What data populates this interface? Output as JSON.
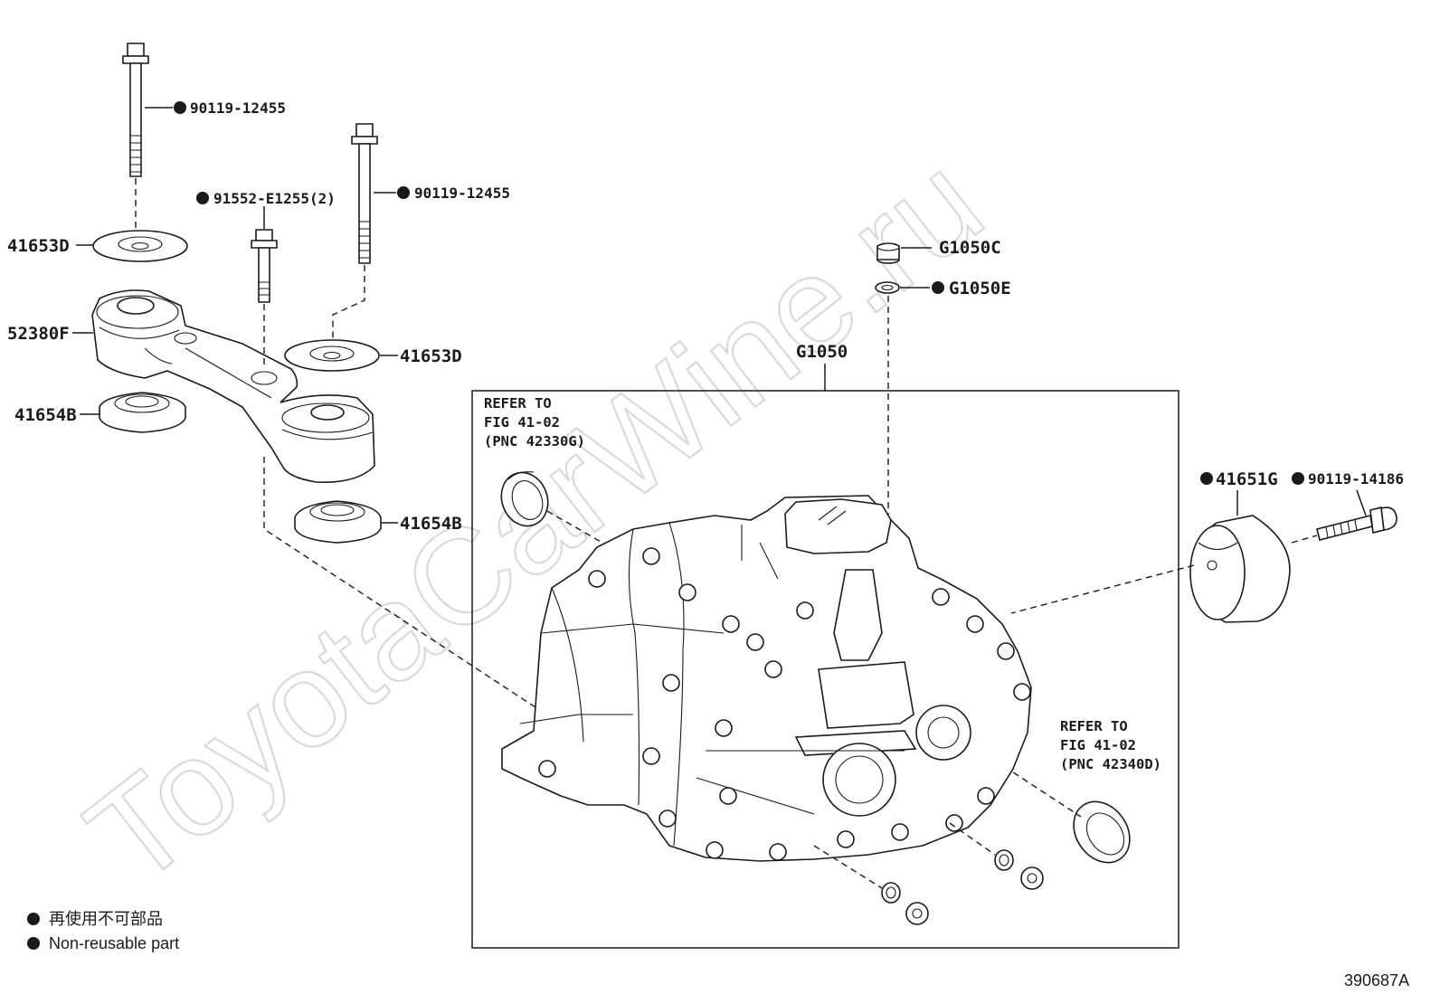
{
  "watermark": "ToyotaCarWine.ru",
  "parts": {
    "bolt_top_left": "90119-12455",
    "bolt_mid": "90119-12455",
    "bolt_small": "91552-E1255(2)",
    "washer_top": "41653D",
    "washer_mid": "41653D",
    "bracket": "52380F",
    "bushing_left": "41654B",
    "bushing_right": "41654B",
    "plug": "G1050C",
    "gasket": "G1050E",
    "transaxle": "G1050",
    "damper": "41651G",
    "damper_bolt": "90119-14186"
  },
  "refer_left": {
    "line1": "REFER TO",
    "line2": "FIG 41-02",
    "line3": "(PNC 42330G)"
  },
  "refer_right": {
    "line1": "REFER TO",
    "line2": "FIG 41-02",
    "line3": "(PNC 42340D)"
  },
  "legend": {
    "jp": "再使用不可部品",
    "en": "Non-reusable part"
  },
  "figure_id": "390687A"
}
